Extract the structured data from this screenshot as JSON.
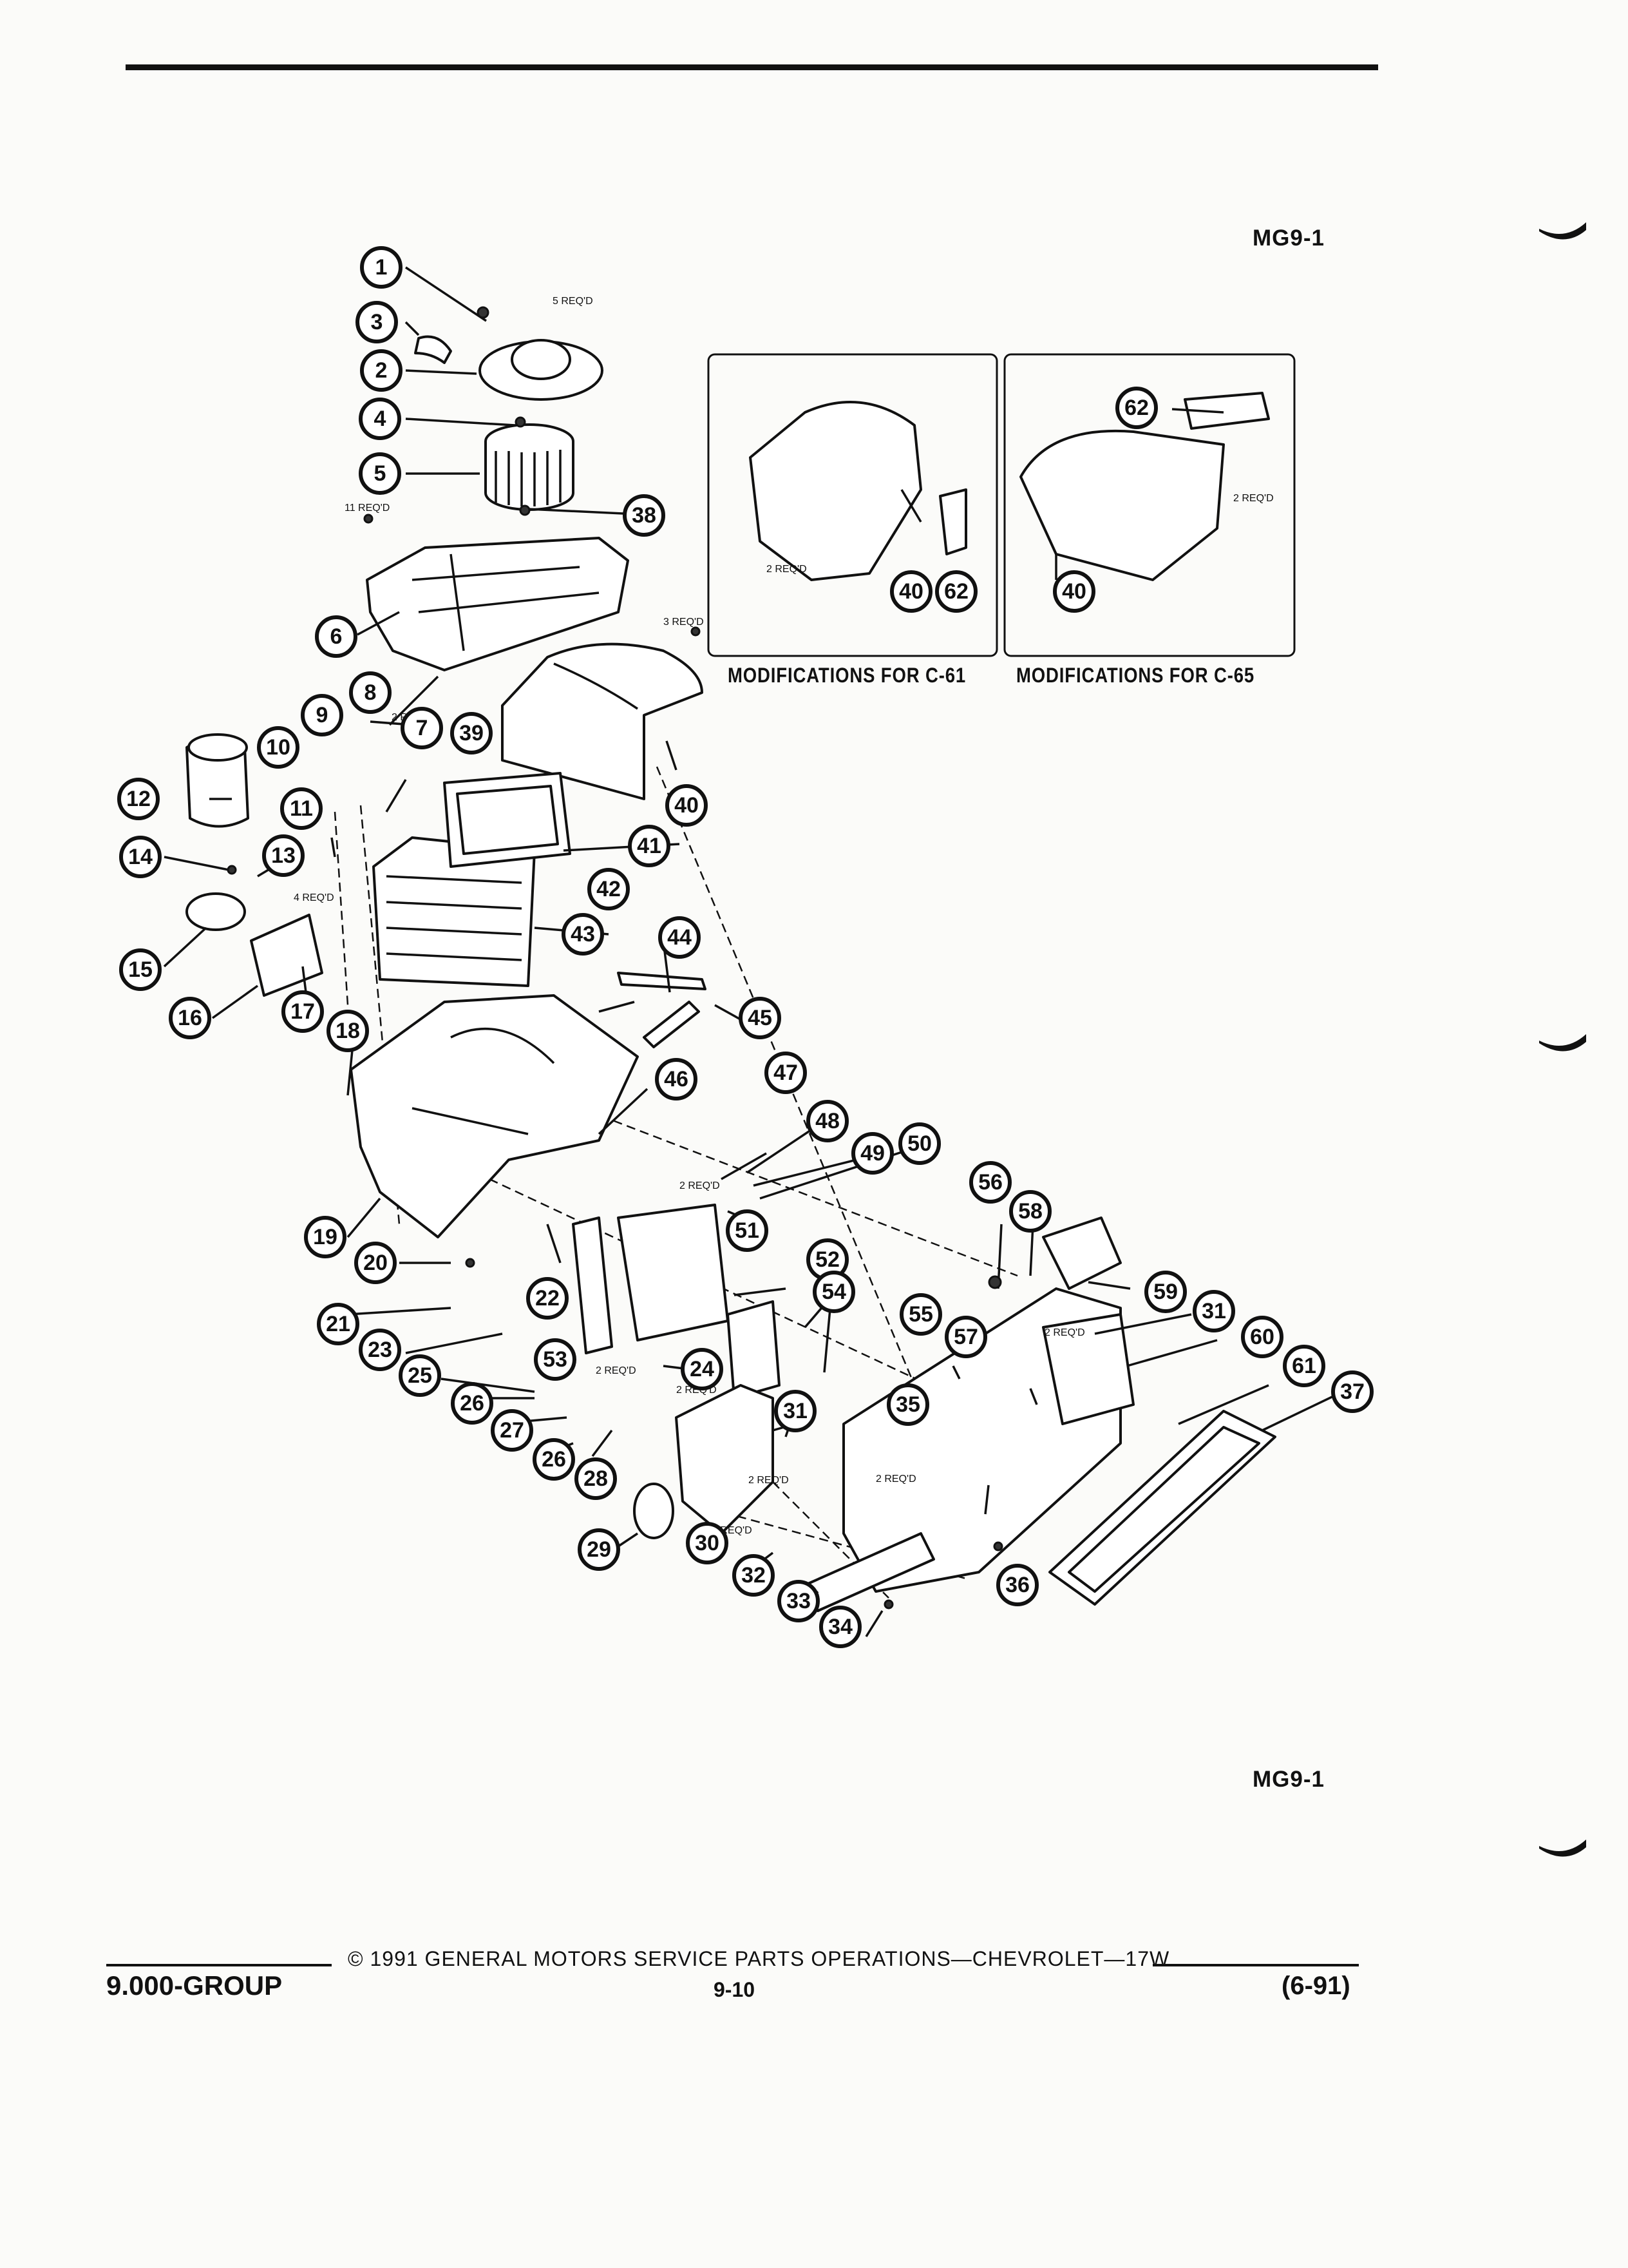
{
  "figure_code": "MG9-1",
  "inset_captions": [
    "MODIFICATIONS FOR C-61",
    "MODIFICATIONS FOR C-65"
  ],
  "quantity_notes": {
    "q5": "5 REQ'D",
    "q11": "11 REQ'D",
    "q3": "3 REQ'D",
    "q2a": "2 REQ'D",
    "q2b": "2 REQ'D",
    "q2c": "2 REQ'D",
    "q4": "4 REQ'D",
    "q2d": "2 REQ'D",
    "q2e": "2 REQ'D",
    "q2f": "2 REQ'D",
    "q2g": "2 REQ'D",
    "q2h": "2 REQ'D",
    "q2i": "2 REQ'D",
    "q2j": "2 REQ'D"
  },
  "callouts": [
    "1",
    "2",
    "3",
    "4",
    "5",
    "6",
    "7",
    "8",
    "9",
    "10",
    "11",
    "12",
    "13",
    "14",
    "15",
    "16",
    "17",
    "18",
    "19",
    "20",
    "21",
    "22",
    "23",
    "24",
    "25",
    "26",
    "27",
    "26",
    "28",
    "29",
    "30",
    "31",
    "31",
    "32",
    "33",
    "34",
    "35",
    "36",
    "37",
    "38",
    "39",
    "40",
    "40",
    "40",
    "41",
    "42",
    "43",
    "44",
    "45",
    "46",
    "47",
    "48",
    "49",
    "50",
    "51",
    "52",
    "53",
    "54",
    "55",
    "56",
    "57",
    "58",
    "59",
    "60",
    "61",
    "62",
    "62"
  ],
  "footer": {
    "copyright": "© 1991 GENERAL MOTORS SERVICE PARTS OPERATIONS—CHEVROLET—17W",
    "group": "9.000-GROUP",
    "page": "9-10",
    "date": "(6-91)"
  }
}
